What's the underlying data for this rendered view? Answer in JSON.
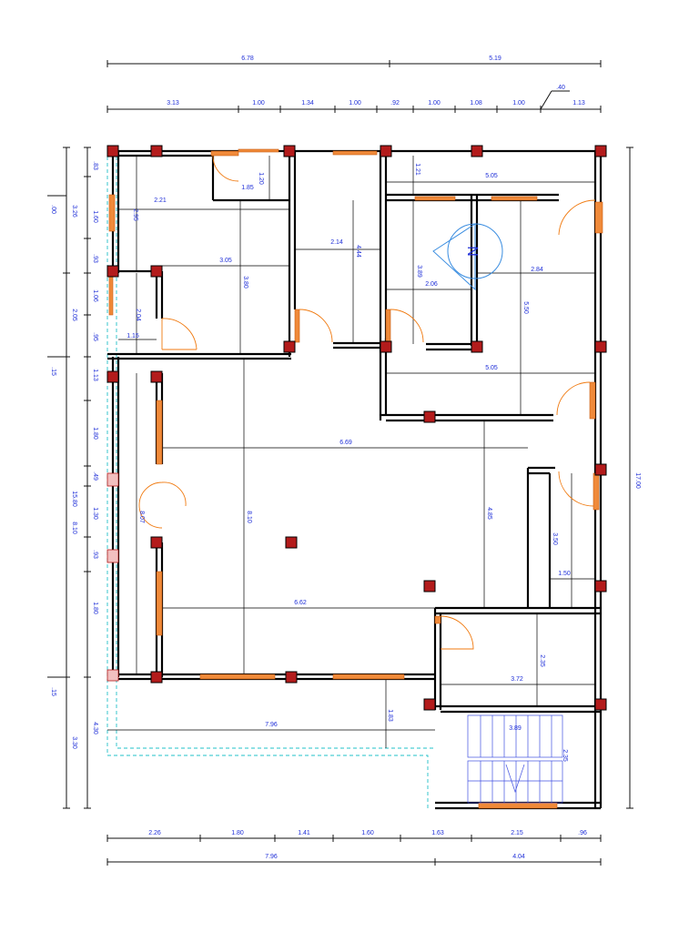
{
  "top_dims": {
    "overall": [
      "6.78",
      "5.19"
    ],
    "segments": [
      "3.13",
      "1.00",
      "1.34",
      "1.00",
      ".92",
      "1.00",
      "1.08",
      "1.00",
      "1.13"
    ],
    "extra": ".40"
  },
  "bottom_dims": {
    "segments": [
      "2.26",
      "1.80",
      "1.41",
      "1.60",
      "1.63",
      "2.15",
      ".96"
    ],
    "overall": [
      "7.96",
      "4.04"
    ]
  },
  "left_dims": {
    "inner": [
      ".83",
      "1.60",
      ".93",
      "1.06",
      ".95",
      "1.13",
      "1.80",
      ".49",
      "1.30",
      ".93",
      "1.80",
      "4.30"
    ],
    "middle": [
      "3.26",
      "2.05",
      "15.80",
      "8.10",
      "3.30"
    ],
    "outer": [
      ".00",
      ".15",
      ".15"
    ]
  },
  "right_dims": {
    "overall": "17.00"
  },
  "rooms": {
    "labels": [
      "1.20",
      "1.85",
      "2.21",
      "2.95",
      "3.05",
      "3.80",
      "2.14",
      "4.44",
      "2.04",
      "1.15",
      "1.21",
      "5.05",
      "3.89",
      "2.06",
      "2.84",
      "5.50",
      "5.05",
      "6.69",
      "8.07",
      "8.10",
      "4.85",
      "3.50",
      "1.50",
      "6.62",
      "2.35",
      "3.72",
      "7.96",
      "1.83",
      "3.89",
      "2.35"
    ]
  },
  "north_label": "N"
}
